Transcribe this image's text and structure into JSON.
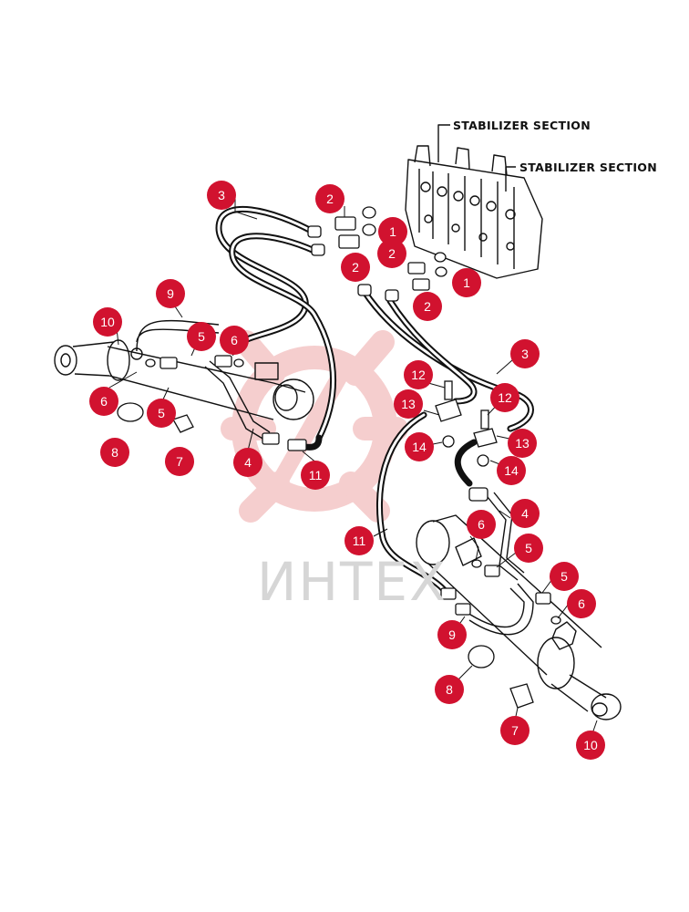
{
  "labels": {
    "section_a": "STABILIZER SECTION",
    "section_b": "STABILIZER SECTION"
  },
  "watermark": {
    "text": "ИНТЕХ",
    "icon": "gear-logo-icon"
  },
  "colors": {
    "callout": "#d1122f",
    "line": "#111111",
    "watermark": "#f4c6c6"
  },
  "callouts": [
    "1",
    "1",
    "2",
    "2",
    "2",
    "2",
    "3",
    "3",
    "4",
    "4",
    "5",
    "5",
    "5",
    "5",
    "6",
    "6",
    "6",
    "6",
    "7",
    "7",
    "8",
    "8",
    "9",
    "9",
    "10",
    "10",
    "11",
    "11",
    "12",
    "12",
    "13",
    "13",
    "14",
    "14"
  ]
}
